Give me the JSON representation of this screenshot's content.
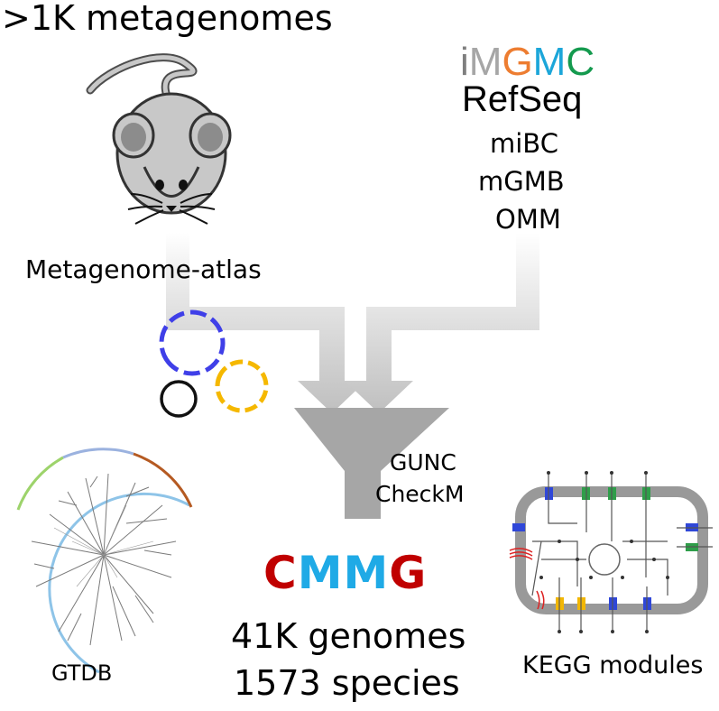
{
  "title": ">1K metagenomes",
  "databases": {
    "imgmc": {
      "letters": [
        {
          "char": "i",
          "color": "#7f7f7f"
        },
        {
          "char": "M",
          "color": "#a6a6a6"
        },
        {
          "char": "G",
          "color": "#ed7d31"
        },
        {
          "char": "M",
          "color": "#1ca6d9"
        },
        {
          "char": "C",
          "color": "#149a4e"
        }
      ]
    },
    "refseq": "RefSeq",
    "mibc": "miBC",
    "mgmb": "mGMB",
    "omm": "OMM"
  },
  "pipeline": {
    "atlas_label": "Metagenome-atlas",
    "filter_tools": [
      "GUNC",
      "CheckM"
    ]
  },
  "result": {
    "name_letters": [
      {
        "char": "C",
        "color": "#c00000"
      },
      {
        "char": "M",
        "color": "#1faae6"
      },
      {
        "char": "M",
        "color": "#1faae6"
      },
      {
        "char": "G",
        "color": "#c00000"
      }
    ],
    "genomes": "41K genomes",
    "species": "1573 species"
  },
  "taxonomy_label": "GTDB",
  "kegg_label": "KEGG modules",
  "colors": {
    "arrow": "#bfbfbf",
    "funnel": "#a6a6a6",
    "bin_blue": "#3f3fe8",
    "bin_yellow": "#f5b800",
    "mouse_body": "#c8c8c8"
  }
}
